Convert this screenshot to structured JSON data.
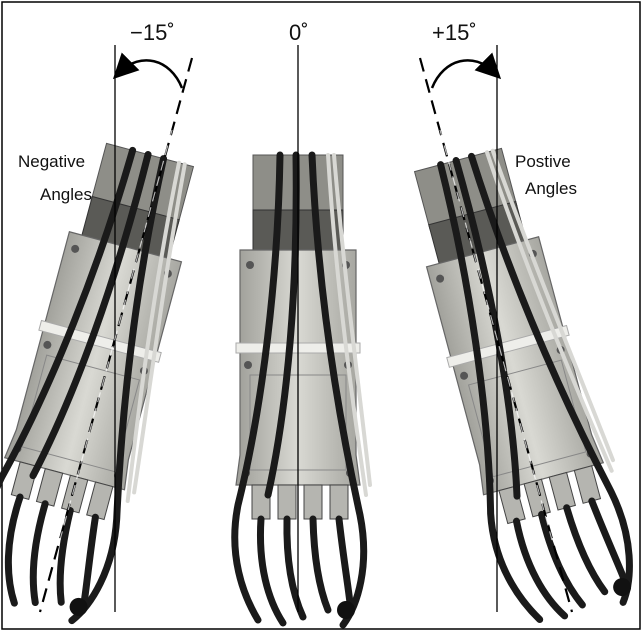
{
  "angles": {
    "negative": "−15˚",
    "zero": "0˚",
    "positive": "+15˚"
  },
  "side_labels": {
    "negative_line1": "Negative",
    "negative_line2": "Angles",
    "positive_line1": "Postive",
    "positive_line2": "Angles"
  },
  "colors": {
    "housing": "#c9c9c4",
    "housing_dark": "#9c9c96",
    "cable": "#1a1a1a",
    "frame": "#000000"
  }
}
